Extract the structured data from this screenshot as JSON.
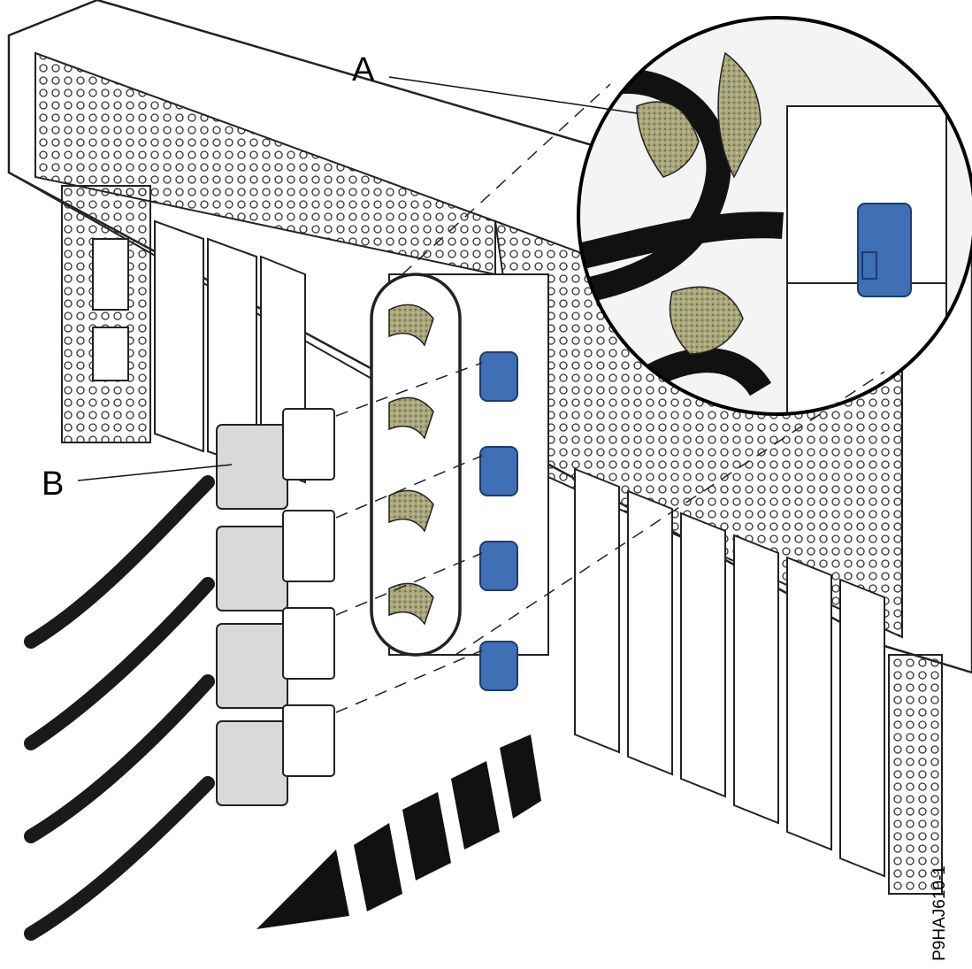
{
  "callouts": {
    "a": "A",
    "b": "B"
  },
  "figure_id": "P9HAJ610-1",
  "colors": {
    "latch_blue": "#3f6fb5",
    "velcro": "#a8a57a",
    "cable": "#1a1a1a",
    "connector": "#d9d9d9",
    "outline": "#222222"
  },
  "icons": [
    "direction-arrow-icon",
    "magnify-detail-icon",
    "latch-icon",
    "velcro-strap-icon"
  ]
}
